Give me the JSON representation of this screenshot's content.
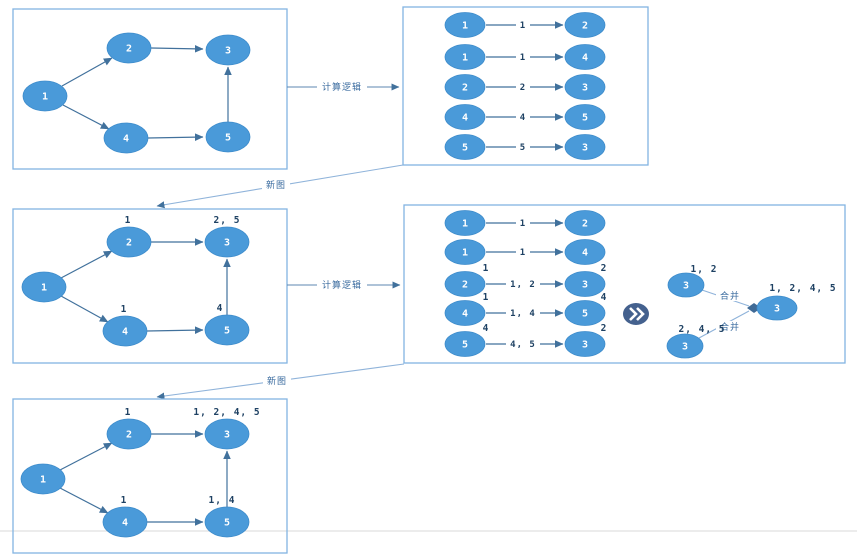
{
  "labels": {
    "compute_logic": "计算逻辑",
    "new_graph": "新图",
    "merge": "合并"
  },
  "colors": {
    "node_fill": "#4A9AD9",
    "node_text": "#FFFFFF",
    "box_border": "#82B4E2",
    "edge_stroke": "#41719C",
    "value_text": "#1E4163",
    "connector_label": "#3A6B9F",
    "merge_icon_fill": "#44618E",
    "page_line": "#ECECEC"
  },
  "graph_top": {
    "nodes": [
      {
        "id": "1"
      },
      {
        "id": "2"
      },
      {
        "id": "3"
      },
      {
        "id": "4"
      },
      {
        "id": "5"
      }
    ],
    "edges": [
      "1->2",
      "1->4",
      "2->3",
      "4->5",
      "5->3"
    ]
  },
  "edges_top": {
    "rows": [
      {
        "from": "1",
        "label": "1",
        "to": "2"
      },
      {
        "from": "1",
        "label": "1",
        "to": "4"
      },
      {
        "from": "2",
        "label": "2",
        "to": "3"
      },
      {
        "from": "4",
        "label": "4",
        "to": "5"
      },
      {
        "from": "5",
        "label": "5",
        "to": "3"
      }
    ]
  },
  "graph_mid": {
    "nodes": [
      {
        "id": "1",
        "value": ""
      },
      {
        "id": "2",
        "value": "1"
      },
      {
        "id": "3",
        "value": "2, 5"
      },
      {
        "id": "4",
        "value": "1"
      },
      {
        "id": "5",
        "value": "4"
      }
    ],
    "edges": [
      "1->2",
      "1->4",
      "2->3",
      "4->5",
      "5->3"
    ]
  },
  "edges_mid": {
    "rows": [
      {
        "from": "1",
        "from_value": "",
        "label": "1",
        "to": "2",
        "to_value": ""
      },
      {
        "from": "1",
        "from_value": "",
        "label": "1",
        "to": "4",
        "to_value": ""
      },
      {
        "from": "2",
        "from_value": "1",
        "label": "1, 2",
        "to": "3",
        "to_value": "2"
      },
      {
        "from": "4",
        "from_value": "1",
        "label": "1, 4",
        "to": "5",
        "to_value": "4"
      },
      {
        "from": "5",
        "from_value": "4",
        "label": "4, 5",
        "to": "3",
        "to_value": "2"
      }
    ]
  },
  "merge": {
    "inputs": [
      {
        "id": "3",
        "value": "1, 2"
      },
      {
        "id": "3",
        "value": "2, 4, 5"
      }
    ],
    "output": {
      "id": "3",
      "value": "1, 2, 4, 5"
    }
  },
  "graph_bottom": {
    "nodes": [
      {
        "id": "1",
        "value": ""
      },
      {
        "id": "2",
        "value": "1"
      },
      {
        "id": "3",
        "value": "1, 2, 4, 5"
      },
      {
        "id": "4",
        "value": "1"
      },
      {
        "id": "5",
        "value": "1, 4"
      }
    ],
    "edges": [
      "1->2",
      "1->4",
      "2->3",
      "4->5",
      "5->3"
    ]
  }
}
